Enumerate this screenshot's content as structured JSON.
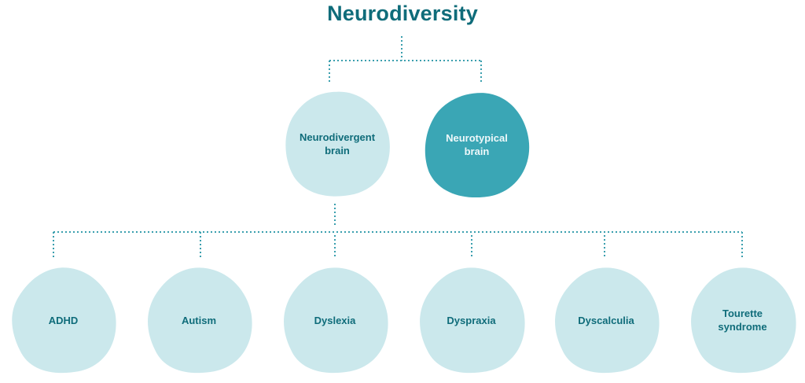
{
  "title": "Neurodiversity",
  "colors": {
    "title_text": "#0f6c7a",
    "connector": "#3a9fae",
    "light_blob": "#cbe8ec",
    "dark_blob": "#3aa6b5",
    "label_dark": "#0f6c7a",
    "label_light": "#eef8fa"
  },
  "level1": [
    {
      "label": "Neurodivergent\nbrain",
      "style": "light"
    },
    {
      "label": "Neurotypical\nbrain",
      "style": "dark"
    }
  ],
  "level2": [
    {
      "label": "ADHD"
    },
    {
      "label": "Autism"
    },
    {
      "label": "Dyslexia"
    },
    {
      "label": "Dyspraxia"
    },
    {
      "label": "Dyscalculia"
    },
    {
      "label": "Tourette\nsyndrome"
    }
  ]
}
